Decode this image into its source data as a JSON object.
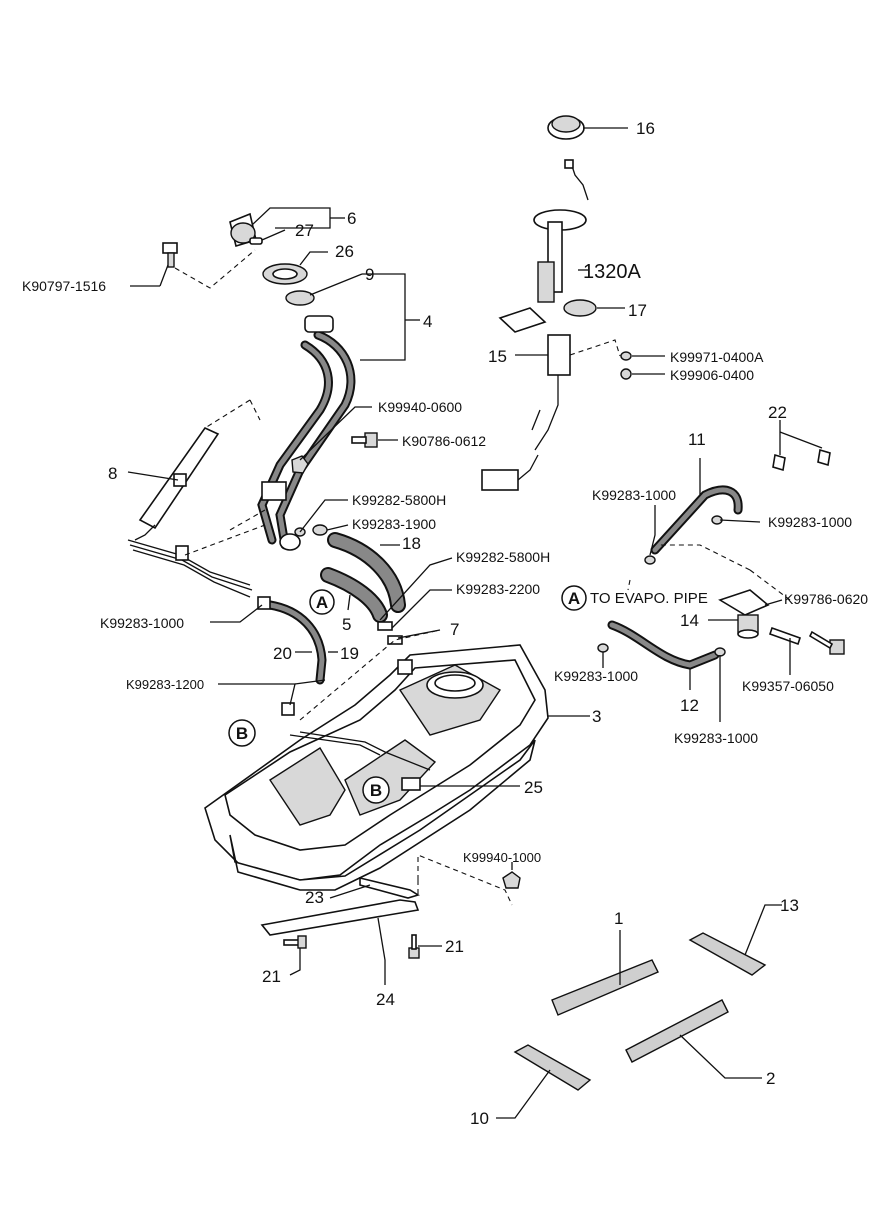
{
  "labels": {
    "p1": "1",
    "p2": "2",
    "p3": "3",
    "p4": "4",
    "p5": "5",
    "p6": "6",
    "p7": "7",
    "p8": "8",
    "p9": "9",
    "p10": "10",
    "p11": "11",
    "p12": "12",
    "p13": "13",
    "p14": "14",
    "p15": "15",
    "p16": "16",
    "p17": "17",
    "p18": "18",
    "p19": "19",
    "p20": "20",
    "p21a": "21",
    "p21b": "21",
    "p22": "22",
    "p23": "23",
    "p24": "24",
    "p25": "25",
    "p26": "26",
    "p27": "27",
    "p1320a": "1320A"
  },
  "codes": {
    "k90797": "K90797-1516",
    "k99940_0600": "K99940-0600",
    "k90786": "K90786-0612",
    "k99282_a": "K99282-5800H",
    "k99283_1900": "K99283-1900",
    "k99282_b": "K99282-5800H",
    "k99283_2200": "K99283-2200",
    "k99283_1000_left": "K99283-1000",
    "k99283_1200": "K99283-1200",
    "k99971": "K99971-0400A",
    "k99906": "K99906-0400",
    "k99283_1000_r1": "K99283-1000",
    "k99283_1000_r2": "K99283-1000",
    "k99786": "K99786-0620",
    "k99283_1000_r3": "K99283-1000",
    "k99357": "K99357-06050",
    "k99283_1000_r4": "K99283-1000",
    "k99940_1000": "K99940-1000"
  },
  "callouts": {
    "a1": "A",
    "a2": "A",
    "b1": "B",
    "b2": "B",
    "to_evapo": "TO EVAPO. PIPE"
  }
}
